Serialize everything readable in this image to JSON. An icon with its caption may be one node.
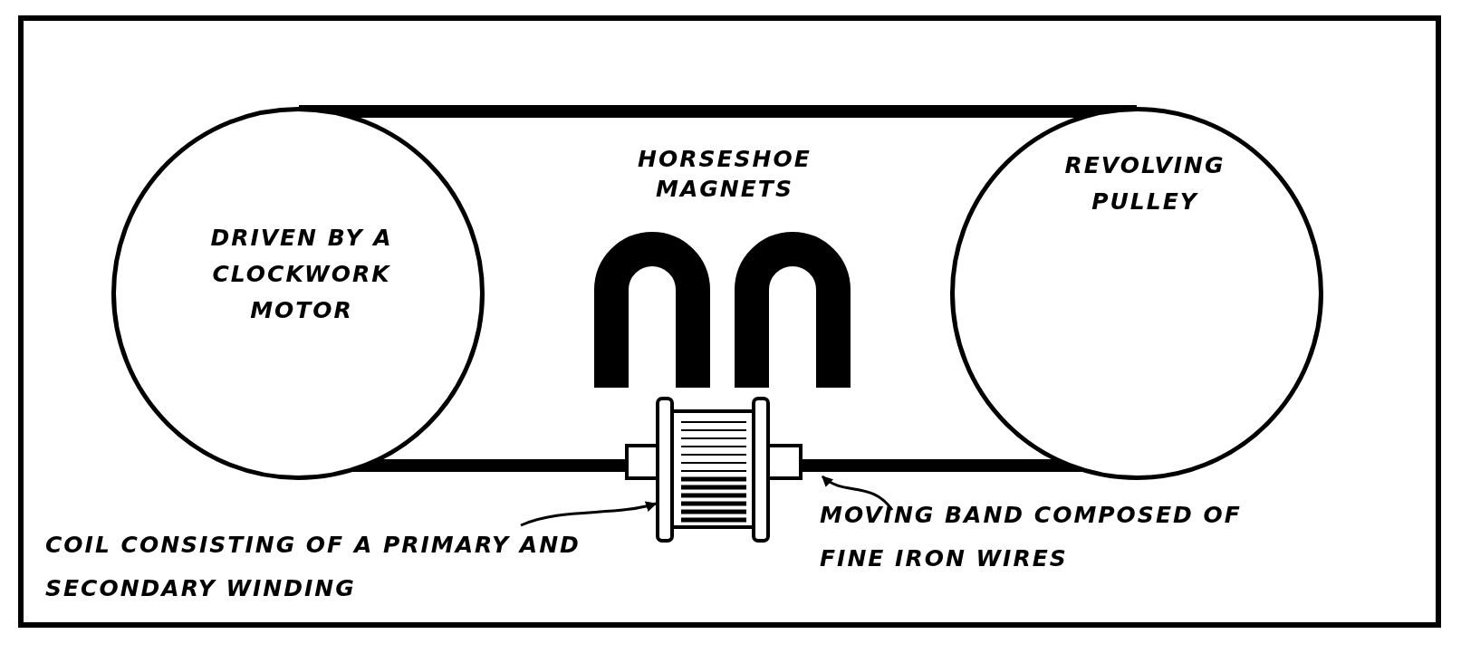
{
  "diagram": {
    "nodes": [
      {
        "text": [
          "DRIVEN BY A CLOCKWORK MOTOR"
        ]
      },
      {
        "text": [
          "REVOLVING PULLEY"
        ]
      },
      {
        "text": [],
        "shape": "picture"
      },
      {
        "text": [
          "COIL CONSISTING OF A PRIMARY AND SECONDARY WINDING"
        ]
      },
      {
        "text": [
          "MOVING BAND COMPOSED OF FINE IRON WIRES"
        ]
      },
      {
        "text": [],
        "shape": "picture"
      }
    ],
    "edges": [
      {
        "from": 3,
        "to": 2,
        "arrow": "to"
      },
      {
        "from": 4,
        "to": 5,
        "arrow": "to"
      }
    ],
    "labels": [
      "HORSESHOE MAGNETS"
    ]
  }
}
